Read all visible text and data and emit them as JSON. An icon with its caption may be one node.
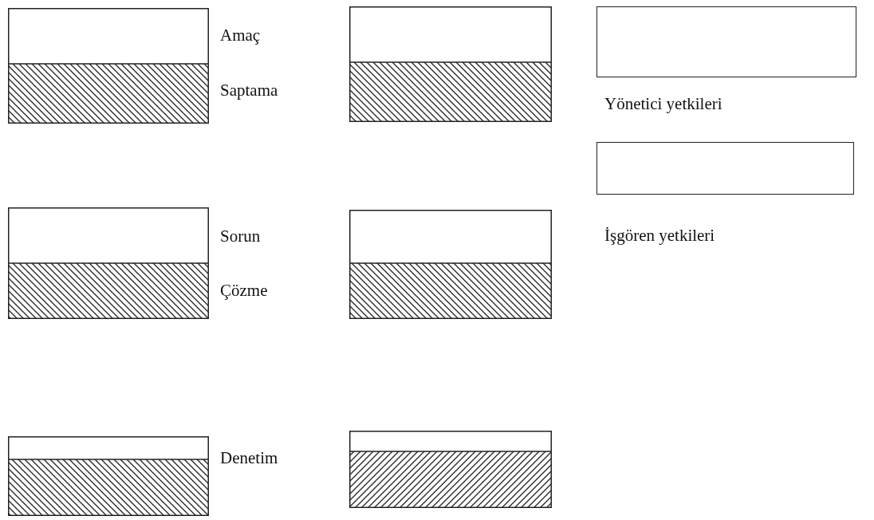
{
  "diagram": {
    "nodes": [
      {
        "text": [],
        "shape": "box"
      },
      {
        "text": [],
        "shape": "box"
      },
      {
        "text": [],
        "shape": "box"
      },
      {
        "text": [],
        "shape": "box"
      },
      {
        "text": [],
        "shape": "box"
      },
      {
        "text": [],
        "shape": "box"
      },
      {
        "text": [
          "Yönetici yetkileri"
        ]
      },
      {
        "text": [
          "İşgören yetkileri"
        ]
      }
    ],
    "labels": [
      "Amaç",
      "Saptama",
      "Sorun",
      "Çözme",
      "Denetim"
    ]
  }
}
